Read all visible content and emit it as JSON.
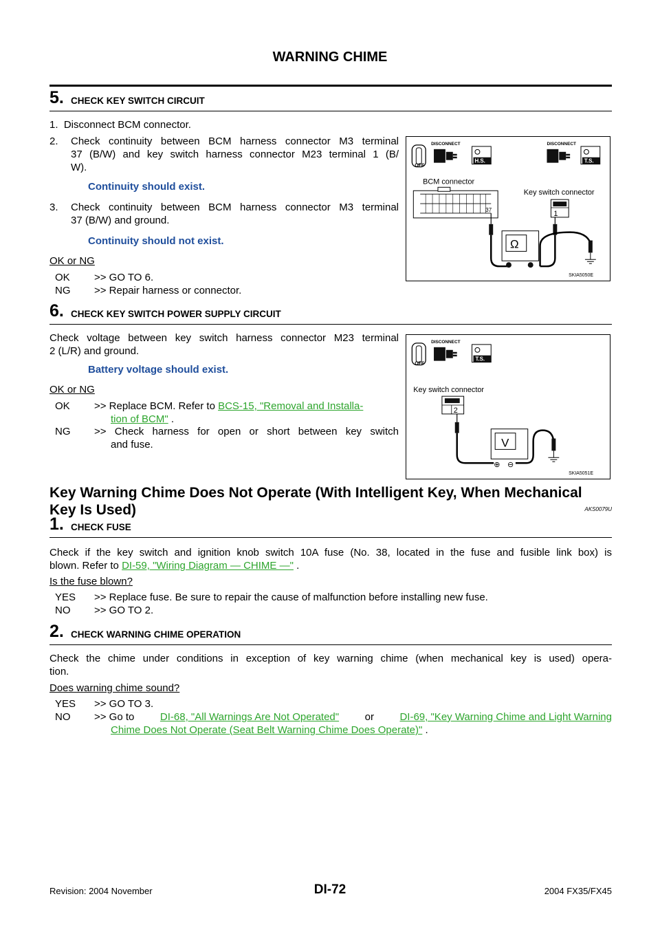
{
  "header": {
    "title": "WARNING CHIME"
  },
  "step5": {
    "num": "5.",
    "title": "CHECK KEY SWITCH CIRCUIT",
    "item1": "1.  Disconnect BCM connector.",
    "item2_num": "2.",
    "item2_line1": "Check continuity between BCM harness connector M3 terminal",
    "item2_line2": "37 (B/W) and key switch harness connector M23 terminal 1 (B/",
    "item2_line3": "W).",
    "spec1": "Continuity should exist.",
    "item3_num": "3.",
    "item3_line1": "Check continuity between BCM harness connector M3 terminal",
    "item3_line2": "37 (B/W) and ground.",
    "spec2": "Continuity should not exist.",
    "okng": "OK or NG",
    "ok_key": "OK",
    "ok_val": ">> GO TO 6.",
    "ng_key": "NG",
    "ng_val": ">> Repair harness or connector.",
    "figure": {
      "bcm_label": "BCM connector",
      "key_label": "Key switch connector",
      "terminal_bcm": "37",
      "terminal_key": "1",
      "meter_symbol": "Ω",
      "code": "SKIA5050E",
      "disconnect1": "DISCONNECT",
      "disconnect2": "DISCONNECT",
      "tag1": "H.S.",
      "tag2": "T.S.",
      "off": "OFF"
    }
  },
  "step6": {
    "num": "6.",
    "title": "CHECK KEY SWITCH POWER SUPPLY CIRCUIT",
    "line1": "Check voltage between key switch harness connector M23 terminal",
    "line2": "2 (L/R) and ground.",
    "spec": "Battery voltage should exist.",
    "okng": "OK or NG",
    "ok_key": "OK",
    "ok_pre": ">> Replace BCM. Refer to",
    "ok_link1": "BCS-15, \"Removal and Installa-",
    "ok_link2": "tion of BCM\"",
    "ok_post": " .",
    "ng_key": "NG",
    "ng_line1": ">> Check harness for open or short between key switch",
    "ng_line2": "and fuse.",
    "figure": {
      "key_label": "Key switch connector",
      "terminal": "2",
      "meter_symbol": "V",
      "plus": "⊕",
      "minus": "⊖",
      "code": "SKIA5051E",
      "disconnect": "DISCONNECT",
      "tag": "T.S.",
      "off": "OFF"
    }
  },
  "section": {
    "title_line1": "Key Warning Chime Does Not Operate (With Intelligent Key, When Mechanical",
    "title_line2": "Key Is Used)",
    "code": "AKS0079U"
  },
  "step1": {
    "num": "1.",
    "title": "CHECK FUSE",
    "line1": "Check if the key switch and ignition knob switch 10A fuse (No. 38, located in the fuse and fusible link box) is",
    "line2_pre": "blown. Refer to",
    "line2_link": "DI-59, \"Wiring Diagram — CHIME —\"",
    "line2_post": " .",
    "question": "Is the fuse blown?",
    "yes_key": "YES",
    "yes_val": ">> Replace fuse. Be sure to repair the cause of malfunction before installing new fuse.",
    "no_key": "NO",
    "no_val": ">> GO TO 2."
  },
  "step2": {
    "num": "2.",
    "title": "CHECK WARNING CHIME OPERATION",
    "line1": "Check the chime under conditions in exception of key warning chime (when mechanical key is used) opera-",
    "line2": "tion.",
    "question": "Does warning chime sound?",
    "yes_key": "YES",
    "yes_val": ">> GO TO 3.",
    "no_key": "NO",
    "no_pre": ">> Go to",
    "no_link1": "DI-68, \"All Warnings Are Not Operated\"",
    "no_mid": "or",
    "no_link2a": "DI-69, \"Key Warning Chime and Light Warning",
    "no_link2b": "Chime Does Not Operate (Seat Belt Warning Chime Does Operate)\"",
    "no_post": " ."
  },
  "footer": {
    "revision": "Revision: 2004 November",
    "page": "DI-72",
    "model": "2004 FX35/FX45"
  }
}
